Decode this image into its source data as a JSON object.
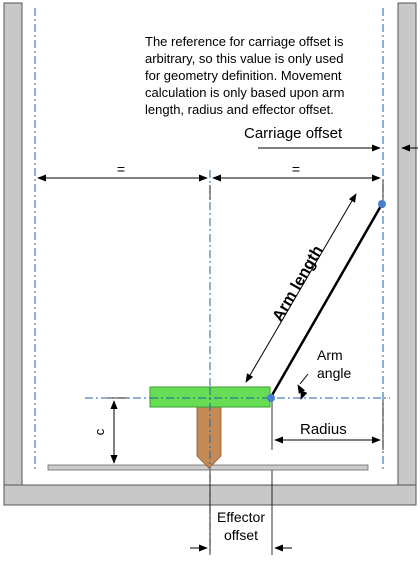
{
  "diagram": {
    "note": [
      "The reference for carriage offset is",
      "arbitrary, so this value is only used",
      "for geometry definition. Movement",
      "calculation is only based upon arm",
      "length, radius and effector offset."
    ],
    "labels": {
      "carriage_offset": "Carriage offset",
      "equal_left": "=",
      "equal_right": "=",
      "arm_length": "Arm length",
      "arm_angle_1": "Arm",
      "arm_angle_2": "angle",
      "radius": "Radius",
      "c": "c",
      "effector_offset_1": "Effector",
      "effector_offset_2": "offset"
    },
    "colors": {
      "frame_fill": "#c8c8c8",
      "frame_stroke": "#555555",
      "centerline": "#1f5fa8",
      "effector_fill": "#66dd55",
      "effector_stroke": "#3a9e2e",
      "nozzle_fill": "#c48a55",
      "nozzle_stroke": "#8a5a2e",
      "joint": "#4a7fd0",
      "bed_fill": "#cccccc",
      "bed_stroke": "#666666"
    }
  }
}
